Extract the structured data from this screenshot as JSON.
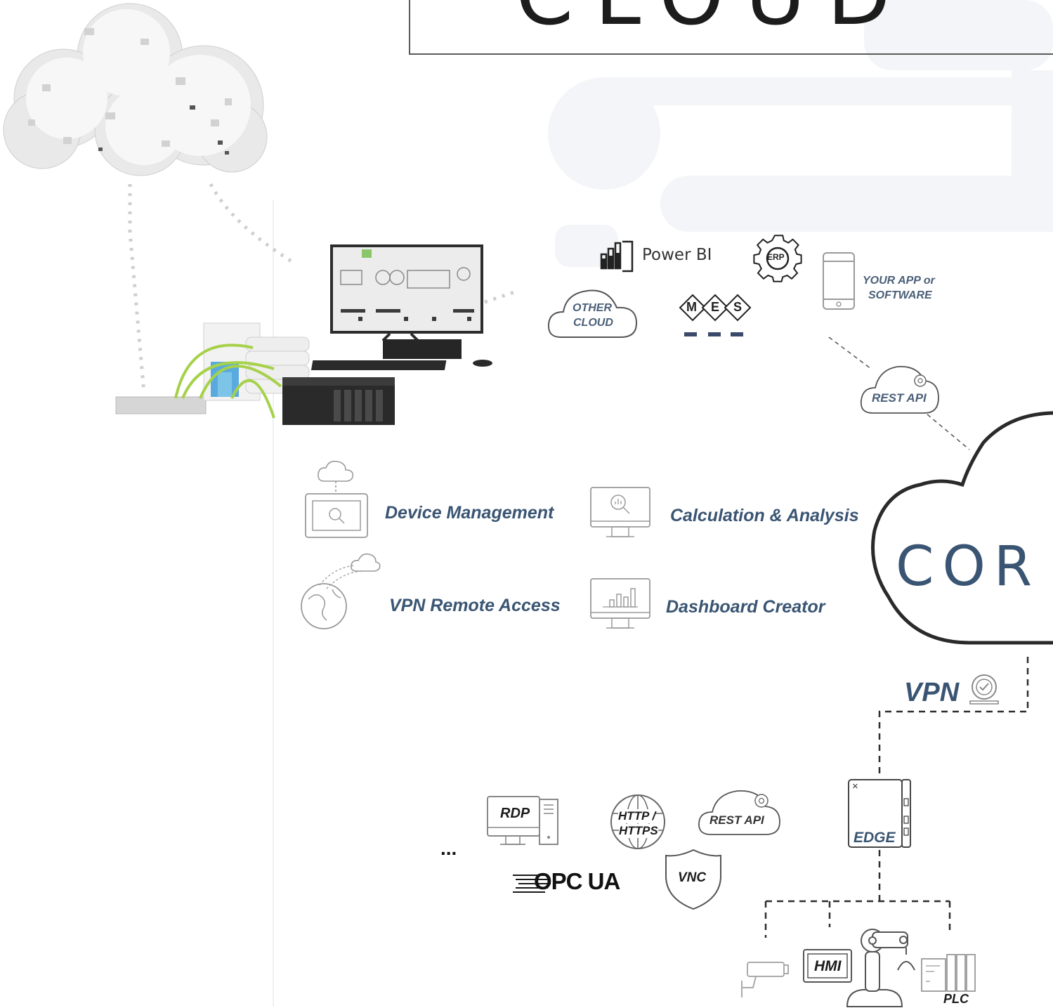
{
  "header": {
    "title": "CLOUD"
  },
  "integrations": {
    "power_bi": "Power BI",
    "erp": "ERP",
    "other_cloud_line1": "OTHER",
    "other_cloud_line2": "CLOUD",
    "mes_m": "M",
    "mes_e": "E",
    "mes_s": "S",
    "your_app_line1": "YOUR APP or",
    "your_app_line2": "SOFTWARE",
    "rest_api_top": "REST API"
  },
  "features": [
    {
      "label": "Device Management",
      "icon": "device-monitor-cloud-icon"
    },
    {
      "label": "Calculation & Analysis",
      "icon": "monitor-analysis-icon"
    },
    {
      "label": "VPN Remote Access",
      "icon": "globe-cloud-icon"
    },
    {
      "label": "Dashboard Creator",
      "icon": "monitor-chart-icon"
    }
  ],
  "core": {
    "label": "COR",
    "vpn": "VPN"
  },
  "protocols": {
    "rdp": "RDP",
    "http_line1": "HTTP /",
    "http_line2": "HTTPS",
    "rest_api": "REST API",
    "vnc": "VNC",
    "opc": "OPC UA",
    "ellipsis": "..."
  },
  "edge": {
    "label": "EDGE",
    "close_glyph": "×"
  },
  "devices": {
    "hmi": "HMI",
    "plc": "PLC"
  },
  "colors": {
    "accent": "#3a5573",
    "line": "#3b3b3b",
    "bg_shape": "#f3f4f7"
  }
}
